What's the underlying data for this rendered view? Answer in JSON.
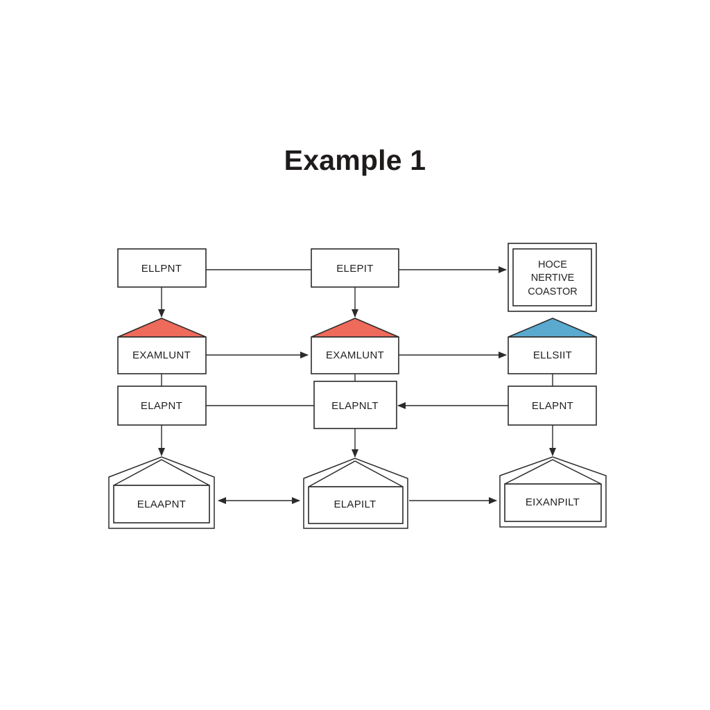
{
  "title": "Example 1",
  "colors": {
    "red_cap": "#ee6a5b",
    "blue_cap": "#5aa9cf",
    "ink": "#2a2a2a",
    "green_accent": "#2e8b57"
  },
  "nodes": {
    "r1c1": "ELLPNT",
    "r1c2": "ELEPIT",
    "r1c3": [
      "HOCE",
      "NERTIVE",
      "COASTOR"
    ],
    "r2c1": "EXAMLUNT",
    "r2c2": "EXAMLUNT",
    "r2c3": "ELLSIIT",
    "r3c1": "ELAPNT",
    "r3c2": "ELAPNLT",
    "r3c3": "ELAPNT",
    "r4c1": "ELAAPNT",
    "r4c2": "ELAPILT",
    "r4c3": "EIXANPILT"
  },
  "cap_icons": [
    "red-triangle-cap",
    "red-triangle-cap",
    "blue-triangle-cap"
  ]
}
